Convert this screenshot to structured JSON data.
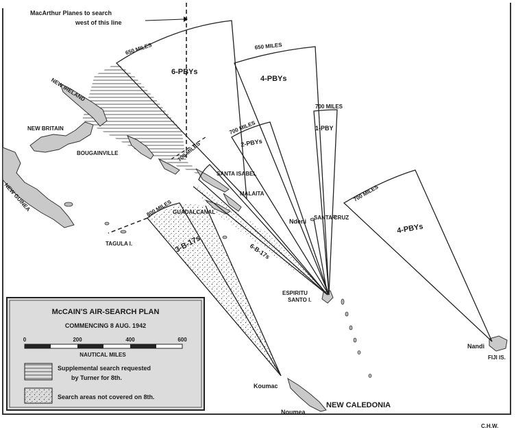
{
  "callout": {
    "line1": "MacArthur Planes to search",
    "line2": "west of this line"
  },
  "ranges": {
    "r650a": "650 MILES",
    "r650b": "650 MILES",
    "r700a": "700 MILES",
    "r700b": "700 MILES",
    "r700c": "700 MILES",
    "r700d": "700 MILES",
    "r800": "800 MILES"
  },
  "sectors": {
    "s1": "6-PBYs",
    "s2": "4-PBYs",
    "s3": "2-PBYs",
    "s4": "1-PBY",
    "s5": "4-PBYs",
    "s6": "3-B-17s",
    "s7": "6-B-17s"
  },
  "places": {
    "new_ireland": "NEW IRELAND",
    "new_britain": "NEW BRITAIN",
    "bougainville": "BOUGAINVILLE",
    "new_guinea": "NEW GUINEA",
    "santa_isabel": "SANTA ISABEL",
    "malaita": "MALAITA",
    "guadalcanal": "GUADALCANAL",
    "tagula": "TAGULA I.",
    "ndeni": "Ndeni",
    "santa_cruz": "SANTA CRUZ",
    "espiritu_1": "ESPIRITU",
    "espiritu_2": "SANTO I.",
    "nandi": "Nandi",
    "fiji": "FIJI IS.",
    "koumac": "Koumac",
    "noumea": "Noumea",
    "new_caledonia": "NEW CALEDONIA"
  },
  "legend": {
    "title": "McCAIN'S AIR-SEARCH PLAN",
    "subtitle": "COMMENCING 8 AUG. 1942",
    "scale_ticks": [
      "0",
      "200",
      "400",
      "600"
    ],
    "scale_label": "NAUTICAL MILES",
    "item1_line1": "Supplemental search requested",
    "item1_line2": "by Turner for 8th.",
    "item2": "Search areas not covered on 8th."
  },
  "credit": "C.H.W."
}
